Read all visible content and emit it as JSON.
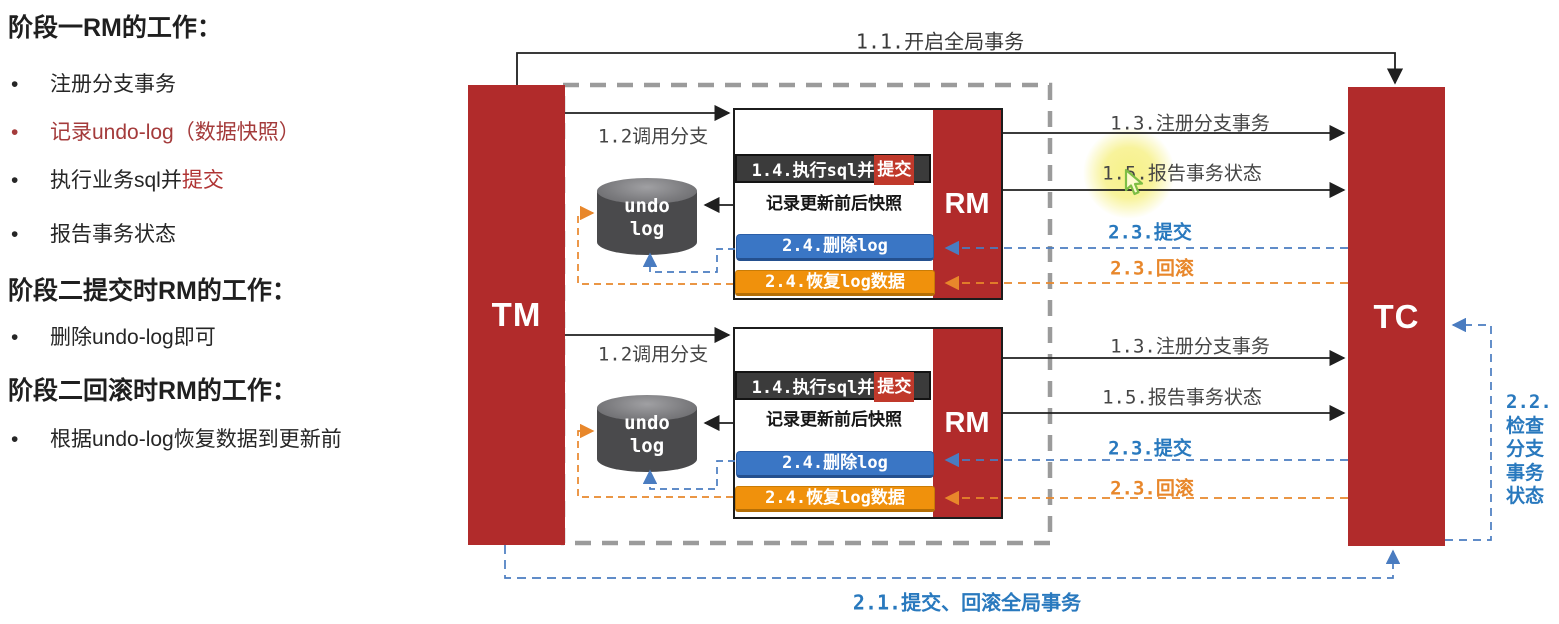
{
  "left_panel": {
    "bullet": "•",
    "h1": "阶段一RM的工作：",
    "b1": "注册分支事务",
    "b2": "记录undo-log（数据快照）",
    "b3_pre": "执行业务sql并",
    "b3_red": "提交",
    "b4": "报告事务状态",
    "h2": "阶段二提交时RM的工作：",
    "b5": "删除undo-log即可",
    "h3": "阶段二回滚时RM的工作：",
    "b6": "根据undo-log恢复数据到更新前"
  },
  "nodes": {
    "tm": "TM",
    "tc": "TC",
    "rm": "RM",
    "undo_log": "undo\nlog"
  },
  "branch_box": {
    "exec_sql_pre": "1.4.执行sql并",
    "exec_sql_red": "提交",
    "snapshot": "记录更新前后快照",
    "delete_log": "2.4.删除log",
    "restore_log": "2.4.恢复log数据"
  },
  "labels": {
    "open_global": "1.1.开启全局事务",
    "call_branch": "1.2调用分支",
    "register_branch": "1.3.注册分支事务",
    "report_status": "1.5.报告事务状态",
    "commit": "2.3.提交",
    "rollback": "2.3.回滚",
    "global_commit_rollback": "2.1.提交、回滚全局事务",
    "check_branch_status": "2.2.\n检查\n分支\n事务\n状态"
  },
  "colors": {
    "brand_red": "#B12B2B",
    "highlight_red": "#C0392B",
    "dark_bar": "#3B3B3B",
    "bar_blue": "#3A76C5",
    "bar_orange": "#F0910C",
    "dashed_blue": "#4A7CC0",
    "dashed_orange": "#E8872B",
    "label_blue": "#2979BE",
    "dashed_gray": "#9B9B9B",
    "spotlight_yellow": "#F6F082"
  }
}
